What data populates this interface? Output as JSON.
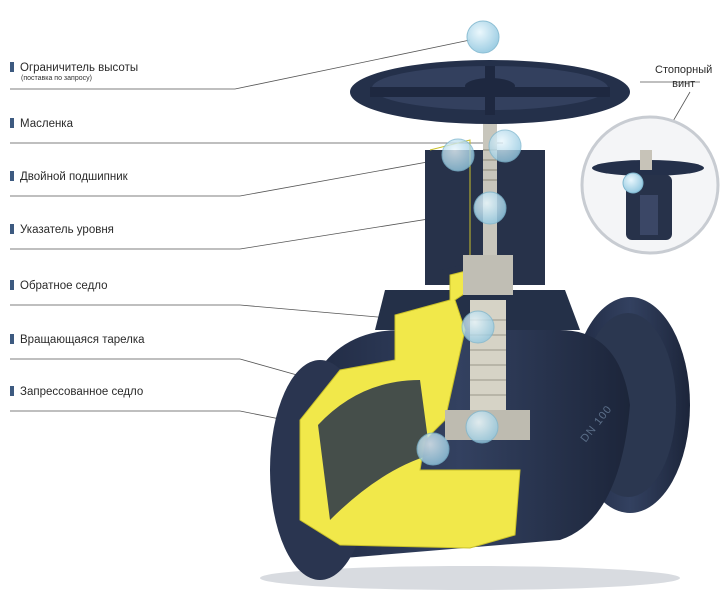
{
  "labels": [
    {
      "id": "height-limiter",
      "text": "Ограничитель высоты",
      "sub": "(поставка по запросу)"
    },
    {
      "id": "grease-nipple",
      "text": "Масленка"
    },
    {
      "id": "double-bearing",
      "text": "Двойной подшипник"
    },
    {
      "id": "level-indicator",
      "text": "Указатель уровня"
    },
    {
      "id": "back-seat",
      "text": "Обратное седло"
    },
    {
      "id": "rotating-disc",
      "text": "Вращающаяся тарелка"
    },
    {
      "id": "pressed-seat",
      "text": "Запрессованное седло"
    }
  ],
  "inset": {
    "label": "Стопорный винт",
    "line1": "Стопорный",
    "line2": "винт"
  },
  "body_marking": "DN 100",
  "colors": {
    "body": "#27324a",
    "body_dark": "#1b2336",
    "cut": "#f1e84a",
    "cut_edge": "#c9c02a",
    "steel": "#b9b9b0",
    "bubble": "#bfe3f2",
    "marker": "#3d5a80"
  }
}
